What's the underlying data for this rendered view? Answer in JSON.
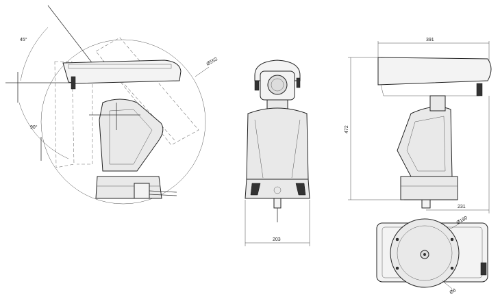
{
  "labels": {
    "angle_up": "45°",
    "angle_down": "90°",
    "sweep_diameter": "Ø552",
    "front_width": "203",
    "side_length": "391",
    "height": "472",
    "side_depth": "231",
    "base_diameter": "Ø180",
    "hole_diameter": "Ø6"
  }
}
